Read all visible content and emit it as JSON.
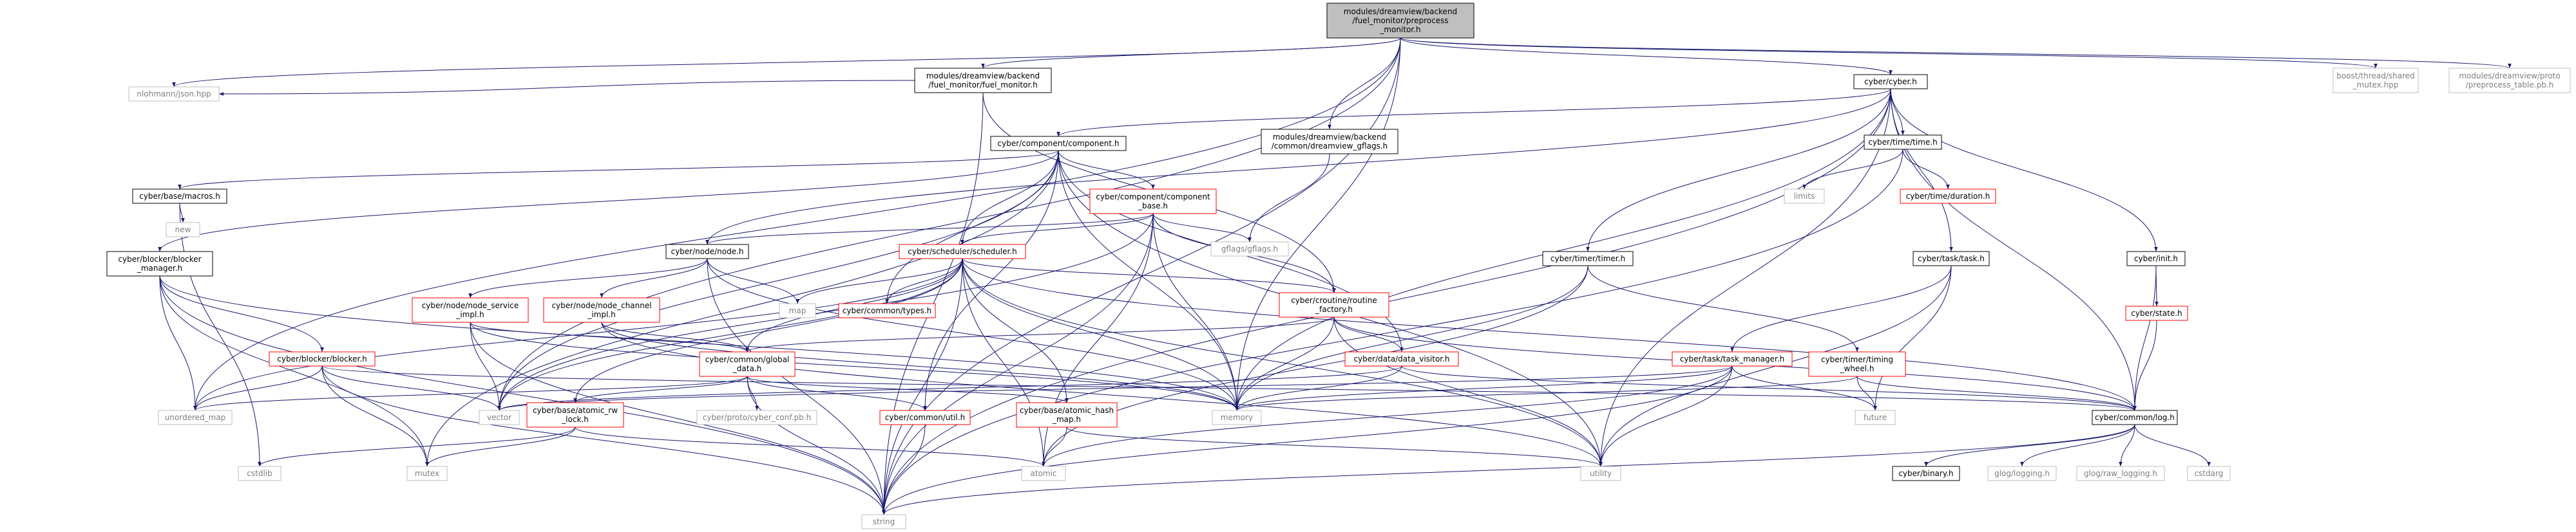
{
  "colors": {
    "edge": "#191970",
    "root_fill": "#bfbfbf",
    "root_stroke": "#000000",
    "normal_stroke": "#000000",
    "red_stroke": "#ff0000",
    "grey_stroke": "#bfbfbf",
    "text_default": "#000000",
    "text_grey": "#7f7f7f"
  },
  "nodes": [
    {
      "id": "root",
      "lines": [
        "modules/dreamview/backend",
        "/fuel_monitor/preprocess",
        "_monitor.h"
      ],
      "style": "root"
    },
    {
      "id": "fuel_monitor",
      "lines": [
        "modules/dreamview/backend",
        "/fuel_monitor/fuel_monitor.h"
      ],
      "style": "normal"
    },
    {
      "id": "json",
      "lines": [
        "nlohmann/json.hpp"
      ],
      "style": "grey"
    },
    {
      "id": "gflags_h",
      "lines": [
        "modules/dreamview/backend",
        "/common/dreamview_gflags.h"
      ],
      "style": "normal"
    },
    {
      "id": "cyber_h",
      "lines": [
        "cyber/cyber.h"
      ],
      "style": "normal"
    },
    {
      "id": "shared_mutex",
      "lines": [
        "boost/thread/shared",
        "_mutex.hpp"
      ],
      "style": "grey"
    },
    {
      "id": "preprocess_pb",
      "lines": [
        "modules/dreamview/proto",
        "/preprocess_table.pb.h"
      ],
      "style": "grey"
    },
    {
      "id": "component",
      "lines": [
        "cyber/component/component.h"
      ],
      "style": "normal"
    },
    {
      "id": "time_h",
      "lines": [
        "cyber/time/time.h"
      ],
      "style": "normal"
    },
    {
      "id": "macros",
      "lines": [
        "cyber/base/macros.h"
      ],
      "style": "normal"
    },
    {
      "id": "component_base",
      "lines": [
        "cyber/component/component",
        "_base.h"
      ],
      "style": "red"
    },
    {
      "id": "limits",
      "lines": [
        "limits"
      ],
      "style": "grey"
    },
    {
      "id": "duration",
      "lines": [
        "cyber/time/duration.h"
      ],
      "style": "red"
    },
    {
      "id": "new",
      "lines": [
        "new"
      ],
      "style": "grey"
    },
    {
      "id": "gflags",
      "lines": [
        "gflags/gflags.h"
      ],
      "style": "grey"
    },
    {
      "id": "blocker_manager",
      "lines": [
        "cyber/blocker/blocker",
        "_manager.h"
      ],
      "style": "normal"
    },
    {
      "id": "node_h",
      "lines": [
        "cyber/node/node.h"
      ],
      "style": "normal"
    },
    {
      "id": "scheduler",
      "lines": [
        "cyber/scheduler/scheduler.h"
      ],
      "style": "red"
    },
    {
      "id": "timer_h",
      "lines": [
        "cyber/timer/timer.h"
      ],
      "style": "normal"
    },
    {
      "id": "task_h",
      "lines": [
        "cyber/task/task.h"
      ],
      "style": "normal"
    },
    {
      "id": "init_h",
      "lines": [
        "cyber/init.h"
      ],
      "style": "normal"
    },
    {
      "id": "node_service",
      "lines": [
        "cyber/node/node_service",
        "_impl.h"
      ],
      "style": "red"
    },
    {
      "id": "node_channel",
      "lines": [
        "cyber/node/node_channel",
        "_impl.h"
      ],
      "style": "red"
    },
    {
      "id": "map",
      "lines": [
        "map"
      ],
      "style": "grey"
    },
    {
      "id": "types",
      "lines": [
        "cyber/common/types.h"
      ],
      "style": "red"
    },
    {
      "id": "routine_factory",
      "lines": [
        "cyber/croutine/routine",
        "_factory.h"
      ],
      "style": "red"
    },
    {
      "id": "state_h",
      "lines": [
        "cyber/state.h"
      ],
      "style": "red"
    },
    {
      "id": "blocker_h",
      "lines": [
        "cyber/blocker/blocker.h"
      ],
      "style": "red"
    },
    {
      "id": "global_data",
      "lines": [
        "cyber/common/global",
        "_data.h"
      ],
      "style": "red"
    },
    {
      "id": "data_visitor",
      "lines": [
        "cyber/data/data_visitor.h"
      ],
      "style": "red"
    },
    {
      "id": "task_manager",
      "lines": [
        "cyber/task/task_manager.h"
      ],
      "style": "red"
    },
    {
      "id": "timing_wheel",
      "lines": [
        "cyber/timer/timing",
        "_wheel.h"
      ],
      "style": "red"
    },
    {
      "id": "unordered_map",
      "lines": [
        "unordered_map"
      ],
      "style": "grey"
    },
    {
      "id": "vector",
      "lines": [
        "vector"
      ],
      "style": "grey"
    },
    {
      "id": "atomic_rw_lock",
      "lines": [
        "cyber/base/atomic_rw",
        "_lock.h"
      ],
      "style": "red"
    },
    {
      "id": "cyber_conf",
      "lines": [
        "cyber/proto/cyber_conf.pb.h"
      ],
      "style": "grey"
    },
    {
      "id": "util_h",
      "lines": [
        "cyber/common/util.h"
      ],
      "style": "red"
    },
    {
      "id": "atomic_hash_map",
      "lines": [
        "cyber/base/atomic_hash",
        "_map.h"
      ],
      "style": "red"
    },
    {
      "id": "memory",
      "lines": [
        "memory"
      ],
      "style": "grey"
    },
    {
      "id": "future",
      "lines": [
        "future"
      ],
      "style": "grey"
    },
    {
      "id": "log_h",
      "lines": [
        "cyber/common/log.h"
      ],
      "style": "normal"
    },
    {
      "id": "cstdlib",
      "lines": [
        "cstdlib"
      ],
      "style": "grey"
    },
    {
      "id": "mutex",
      "lines": [
        "mutex"
      ],
      "style": "grey"
    },
    {
      "id": "atomic",
      "lines": [
        "atomic"
      ],
      "style": "grey"
    },
    {
      "id": "utility",
      "lines": [
        "utility"
      ],
      "style": "grey"
    },
    {
      "id": "binary",
      "lines": [
        "cyber/binary.h"
      ],
      "style": "normal"
    },
    {
      "id": "glog",
      "lines": [
        "glog/logging.h"
      ],
      "style": "grey"
    },
    {
      "id": "raw_logging",
      "lines": [
        "glog/raw_logging.h"
      ],
      "style": "grey"
    },
    {
      "id": "cstdarg",
      "lines": [
        "cstdarg"
      ],
      "style": "grey"
    },
    {
      "id": "string",
      "lines": [
        "string"
      ],
      "style": "grey"
    }
  ],
  "edges": [
    [
      "root",
      "fuel_monitor"
    ],
    [
      "root",
      "json"
    ],
    [
      "root",
      "gflags_h"
    ],
    [
      "root",
      "cyber_h"
    ],
    [
      "root",
      "shared_mutex"
    ],
    [
      "root",
      "preprocess_pb"
    ],
    [
      "root",
      "unordered_map"
    ],
    [
      "root",
      "vector"
    ],
    [
      "root",
      "memory"
    ],
    [
      "root",
      "string"
    ],
    [
      "fuel_monitor",
      "json"
    ],
    [
      "fuel_monitor",
      "routine_factory"
    ],
    [
      "fuel_monitor",
      "string"
    ],
    [
      "gflags_h",
      "gflags"
    ],
    [
      "cyber_h",
      "component"
    ],
    [
      "cyber_h",
      "time_h"
    ],
    [
      "cyber_h",
      "node_h"
    ],
    [
      "cyber_h",
      "timer_h"
    ],
    [
      "cyber_h",
      "task_h"
    ],
    [
      "cyber_h",
      "init_h"
    ],
    [
      "cyber_h",
      "log_h"
    ],
    [
      "cyber_h",
      "memory"
    ],
    [
      "cyber_h",
      "utility"
    ],
    [
      "cyber_h",
      "string"
    ],
    [
      "component",
      "macros"
    ],
    [
      "component",
      "component_base"
    ],
    [
      "component",
      "blocker_manager"
    ],
    [
      "component",
      "scheduler"
    ],
    [
      "component",
      "types"
    ],
    [
      "component",
      "data_visitor"
    ],
    [
      "component",
      "util_h"
    ],
    [
      "component",
      "vector"
    ],
    [
      "component",
      "mutex"
    ],
    [
      "component",
      "utility"
    ],
    [
      "component",
      "memory"
    ],
    [
      "time_h",
      "limits"
    ],
    [
      "time_h",
      "duration"
    ],
    [
      "time_h",
      "string"
    ],
    [
      "macros",
      "new"
    ],
    [
      "macros",
      "cstdlib"
    ],
    [
      "component_base",
      "gflags"
    ],
    [
      "component_base",
      "node_h"
    ],
    [
      "component_base",
      "scheduler"
    ],
    [
      "component_base",
      "routine_factory"
    ],
    [
      "component_base",
      "vector"
    ],
    [
      "component_base",
      "atomic"
    ],
    [
      "component_base",
      "memory"
    ],
    [
      "component_base",
      "string"
    ],
    [
      "blocker_manager",
      "blocker_h"
    ],
    [
      "blocker_manager",
      "unordered_map"
    ],
    [
      "blocker_manager",
      "mutex"
    ],
    [
      "blocker_manager",
      "memory"
    ],
    [
      "blocker_manager",
      "string"
    ],
    [
      "node_h",
      "node_service"
    ],
    [
      "node_h",
      "node_channel"
    ],
    [
      "node_h",
      "map"
    ],
    [
      "node_h",
      "memory"
    ],
    [
      "node_h",
      "string"
    ],
    [
      "scheduler",
      "types"
    ],
    [
      "scheduler",
      "routine_factory"
    ],
    [
      "scheduler",
      "global_data"
    ],
    [
      "scheduler",
      "atomic_rw_lock"
    ],
    [
      "scheduler",
      "atomic_hash_map"
    ],
    [
      "scheduler",
      "map"
    ],
    [
      "scheduler",
      "unordered_map"
    ],
    [
      "scheduler",
      "vector"
    ],
    [
      "scheduler",
      "memory"
    ],
    [
      "scheduler",
      "atomic"
    ],
    [
      "scheduler",
      "string"
    ],
    [
      "scheduler",
      "log_h"
    ],
    [
      "scheduler",
      "utility"
    ],
    [
      "timer_h",
      "timing_wheel"
    ],
    [
      "timer_h",
      "memory"
    ],
    [
      "timer_h",
      "atomic"
    ],
    [
      "task_h",
      "task_manager"
    ],
    [
      "task_h",
      "future"
    ],
    [
      "task_h",
      "utility"
    ],
    [
      "init_h",
      "state_h"
    ],
    [
      "init_h",
      "log_h"
    ],
    [
      "node_service",
      "global_data"
    ],
    [
      "node_service",
      "vector"
    ],
    [
      "node_service",
      "string"
    ],
    [
      "node_service",
      "memory"
    ],
    [
      "node_channel",
      "global_data"
    ],
    [
      "node_channel",
      "memory"
    ],
    [
      "node_channel",
      "utility"
    ],
    [
      "routine_factory",
      "data_visitor"
    ],
    [
      "routine_factory",
      "global_data"
    ],
    [
      "routine_factory",
      "log_h"
    ],
    [
      "routine_factory",
      "memory"
    ],
    [
      "routine_factory",
      "utility"
    ],
    [
      "state_h",
      "log_h"
    ],
    [
      "blocker_h",
      "unordered_map"
    ],
    [
      "blocker_h",
      "vector"
    ],
    [
      "blocker_h",
      "mutex"
    ],
    [
      "blocker_h",
      "string"
    ],
    [
      "blocker_h",
      "log_h"
    ],
    [
      "global_data",
      "atomic_rw_lock"
    ],
    [
      "global_data",
      "atomic_hash_map"
    ],
    [
      "global_data",
      "util_h"
    ],
    [
      "global_data",
      "cyber_conf"
    ],
    [
      "global_data",
      "unordered_map"
    ],
    [
      "global_data",
      "string"
    ],
    [
      "data_visitor",
      "vector"
    ],
    [
      "data_visitor",
      "memory"
    ],
    [
      "data_visitor",
      "log_h"
    ],
    [
      "task_manager",
      "future"
    ],
    [
      "task_manager",
      "vector"
    ],
    [
      "task_manager",
      "memory"
    ],
    [
      "task_manager",
      "utility"
    ],
    [
      "task_manager",
      "atomic"
    ],
    [
      "task_manager",
      "string"
    ],
    [
      "timing_wheel",
      "future"
    ],
    [
      "timing_wheel",
      "log_h"
    ],
    [
      "timing_wheel",
      "memory"
    ],
    [
      "atomic_rw_lock",
      "mutex"
    ],
    [
      "atomic_rw_lock",
      "cstdlib"
    ],
    [
      "atomic_rw_lock",
      "atomic"
    ],
    [
      "util_h",
      "string"
    ],
    [
      "atomic_hash_map",
      "atomic"
    ],
    [
      "atomic_hash_map",
      "utility"
    ],
    [
      "log_h",
      "binary"
    ],
    [
      "log_h",
      "glog"
    ],
    [
      "log_h",
      "raw_logging"
    ],
    [
      "log_h",
      "cstdarg"
    ],
    [
      "log_h",
      "string"
    ]
  ]
}
